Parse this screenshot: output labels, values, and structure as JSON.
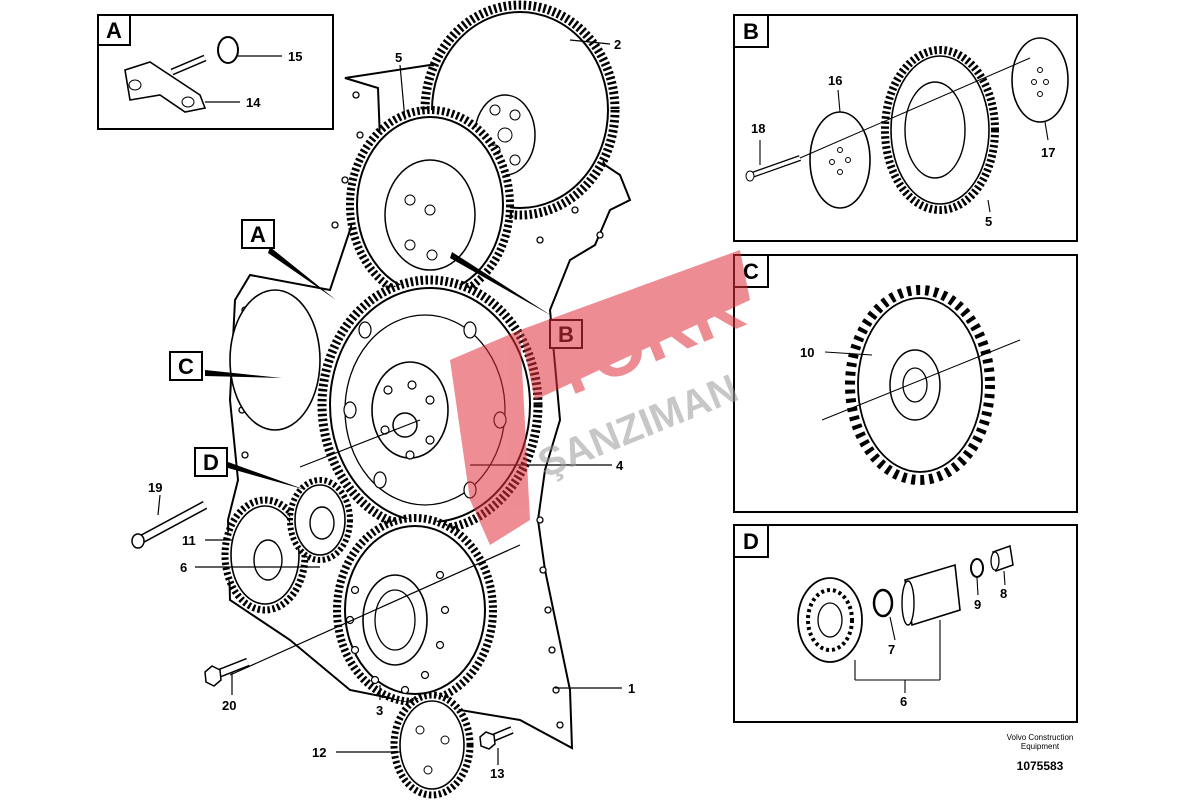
{
  "callouts": {
    "n1": "1",
    "n2": "2",
    "n3": "3",
    "n4": "4",
    "n5": "5",
    "n6": "6",
    "n11": "11",
    "n12": "12",
    "n13": "13",
    "n19": "19",
    "n20": "20"
  },
  "boxes": {
    "a": {
      "letter": "A",
      "n14": "14",
      "n15": "15"
    },
    "b": {
      "letter": "B",
      "n5": "5",
      "n16": "16",
      "n17": "17",
      "n18": "18"
    },
    "c": {
      "letter": "C",
      "n10": "10"
    },
    "d": {
      "letter": "D",
      "n6": "6",
      "n7": "7",
      "n8": "8",
      "n9": "9"
    }
  },
  "main_labels": {
    "a": "A",
    "b": "B",
    "c": "C",
    "d": "D"
  },
  "footer": {
    "line1": "Volvo Construction",
    "line2": "Equipment",
    "doc_number": "1075583"
  },
  "watermark": {
    "line1": "TORK",
    "line2": "ŞANZIMAN",
    "color": "#e0303a"
  }
}
